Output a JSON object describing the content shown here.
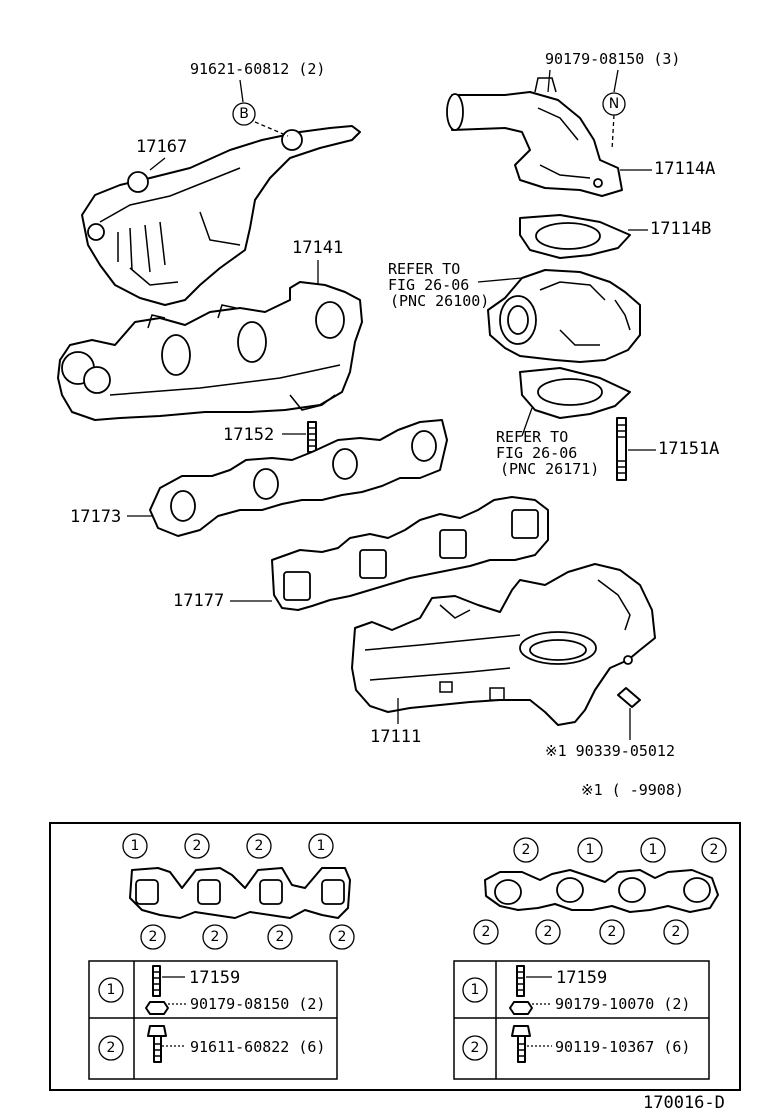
{
  "parts": {
    "p17167": "17167",
    "p91621": "91621-60812 (2)",
    "p17141": "17141",
    "p17152": "17152",
    "p17173": "17173",
    "p17177": "17177",
    "p17111": "17111",
    "p90179a": "90179-08150 (3)",
    "p17114A": "17114A",
    "p17114B": "17114B",
    "p17151A": "17151A",
    "p90339": "※1 90339-05012",
    "note1": "※1 (     -9908)"
  },
  "refs": {
    "ref1_l1": "REFER TO",
    "ref1_l2": "FIG 26-06",
    "ref1_l3": "(PNC 26100)",
    "ref2_l1": "REFER TO",
    "ref2_l2": "FIG 26-06",
    "ref2_l3": "(PNC 26171)"
  },
  "markers": {
    "B": "B",
    "N": "N",
    "one": "1",
    "two": "2"
  },
  "table_left": {
    "row1_part": "17159",
    "row1_sub": "90179-08150 (2)",
    "row2_part": "91611-60822 (6)"
  },
  "table_right": {
    "row1_part": "17159",
    "row1_sub": "90179-10070 (2)",
    "row2_part": "90119-10367 (6)"
  },
  "footer": {
    "code": "170016-D"
  }
}
